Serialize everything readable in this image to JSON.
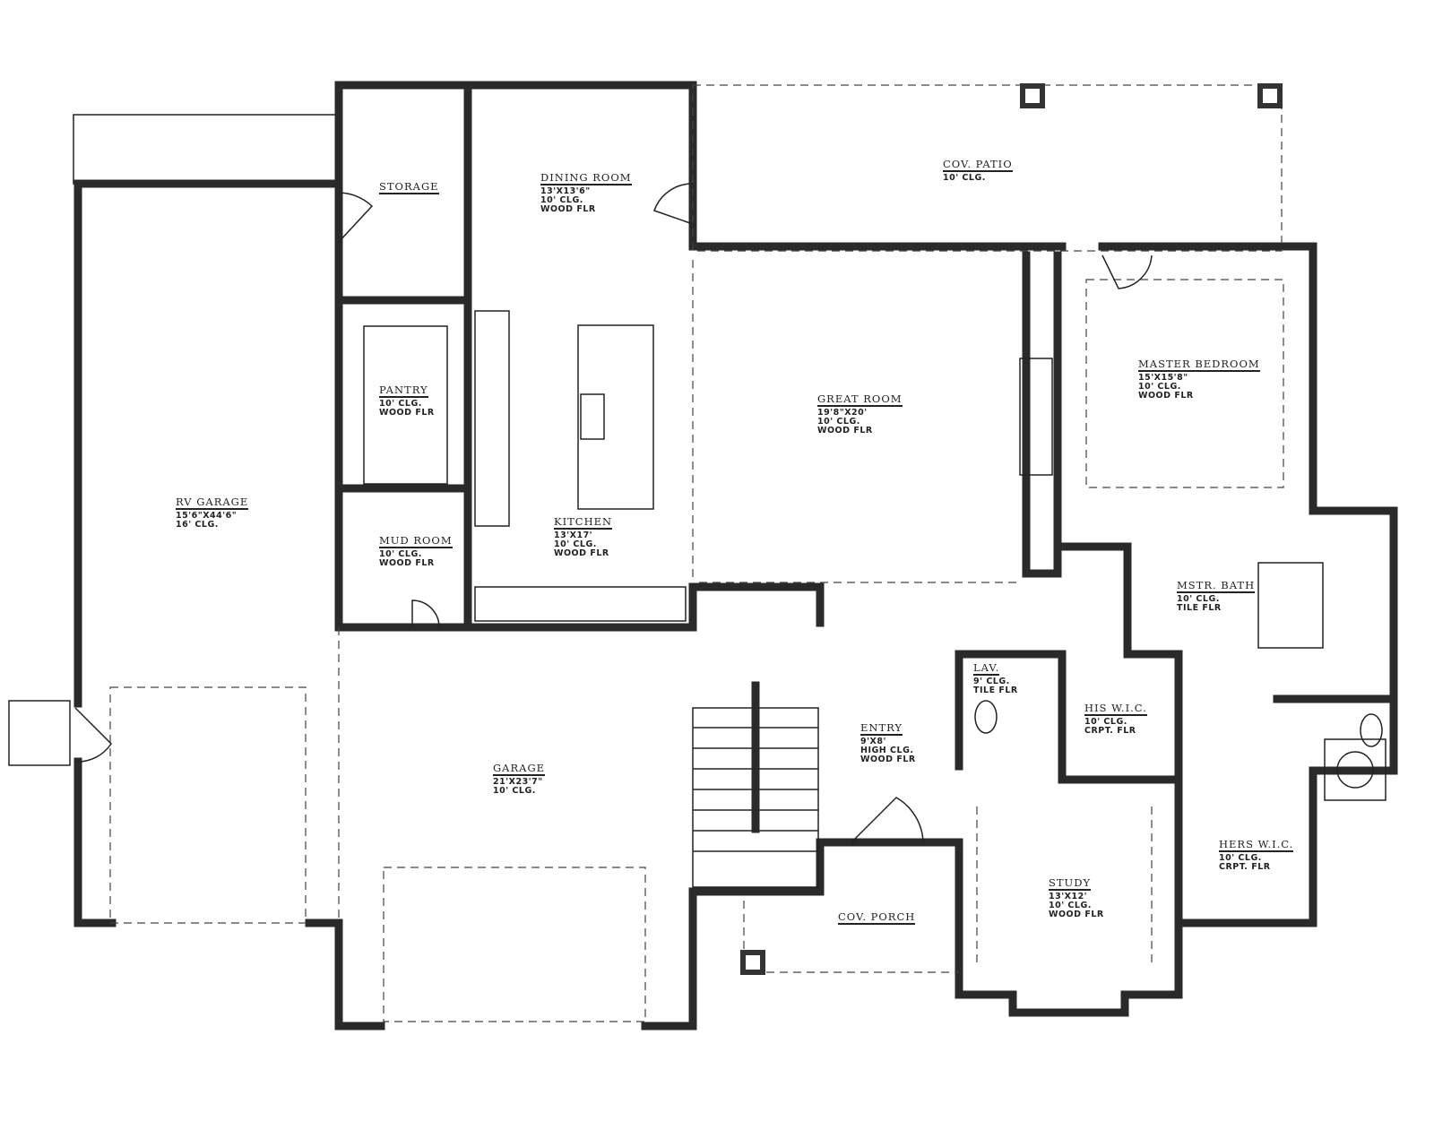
{
  "plan": {
    "rooms": [
      {
        "name": "STORAGE",
        "lines": []
      },
      {
        "name": "DINING ROOM",
        "lines": [
          "13'X13'6\"",
          "10' CLG.",
          "WOOD FLR"
        ]
      },
      {
        "name": "COV. PATIO",
        "lines": [
          "10' CLG."
        ]
      },
      {
        "name": "PANTRY",
        "lines": [
          "10' CLG.",
          "WOOD FLR"
        ]
      },
      {
        "name": "GREAT ROOM",
        "lines": [
          "19'8\"X20'",
          "10' CLG.",
          "WOOD FLR"
        ]
      },
      {
        "name": "MASTER BEDROOM",
        "lines": [
          "15'X15'8\"",
          "10' CLG.",
          "WOOD FLR"
        ]
      },
      {
        "name": "RV GARAGE",
        "lines": [
          "15'6\"X44'6\"",
          "16' CLG."
        ]
      },
      {
        "name": "KITCHEN",
        "lines": [
          "13'X17'",
          "10' CLG.",
          "WOOD FLR"
        ]
      },
      {
        "name": "MUD ROOM",
        "lines": [
          "10' CLG.",
          "WOOD FLR"
        ]
      },
      {
        "name": "MSTR. BATH",
        "lines": [
          "10' CLG.",
          "TILE FLR"
        ]
      },
      {
        "name": "LAV.",
        "lines": [
          "9' CLG.",
          "TILE FLR"
        ]
      },
      {
        "name": "HIS W.I.C.",
        "lines": [
          "10' CLG.",
          "CRPT. FLR"
        ]
      },
      {
        "name": "ENTRY",
        "lines": [
          "9'X8'",
          "HIGH CLG.",
          "WOOD FLR"
        ]
      },
      {
        "name": "GARAGE",
        "lines": [
          "21'X23'7\"",
          "10' CLG."
        ]
      },
      {
        "name": "HERS W.I.C.",
        "lines": [
          "10' CLG.",
          "CRPT. FLR"
        ]
      },
      {
        "name": "COV. PORCH",
        "lines": []
      },
      {
        "name": "STUDY",
        "lines": [
          "13'X12'",
          "10' CLG.",
          "WOOD FLR"
        ]
      }
    ]
  }
}
